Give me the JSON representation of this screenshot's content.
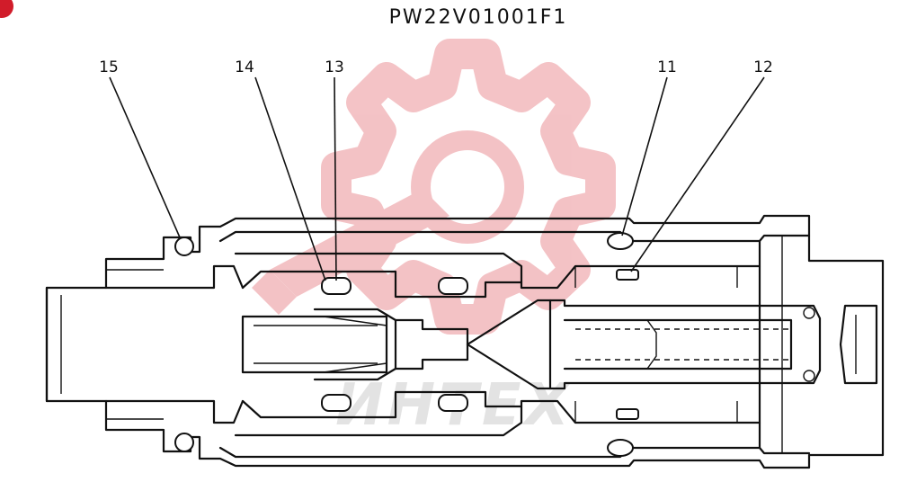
{
  "drawing_code": "PW22V01001F1",
  "callouts": [
    {
      "id": "15",
      "label": "15"
    },
    {
      "id": "14",
      "label": "14"
    },
    {
      "id": "13",
      "label": "13"
    },
    {
      "id": "11",
      "label": "11"
    },
    {
      "id": "12",
      "label": "12"
    }
  ],
  "watermark": {
    "text": "ИНТЕХ",
    "gear_color": "#f2b8bc",
    "text_color": "#e3e3e3"
  },
  "corner_badge_color": "#d11c2a"
}
